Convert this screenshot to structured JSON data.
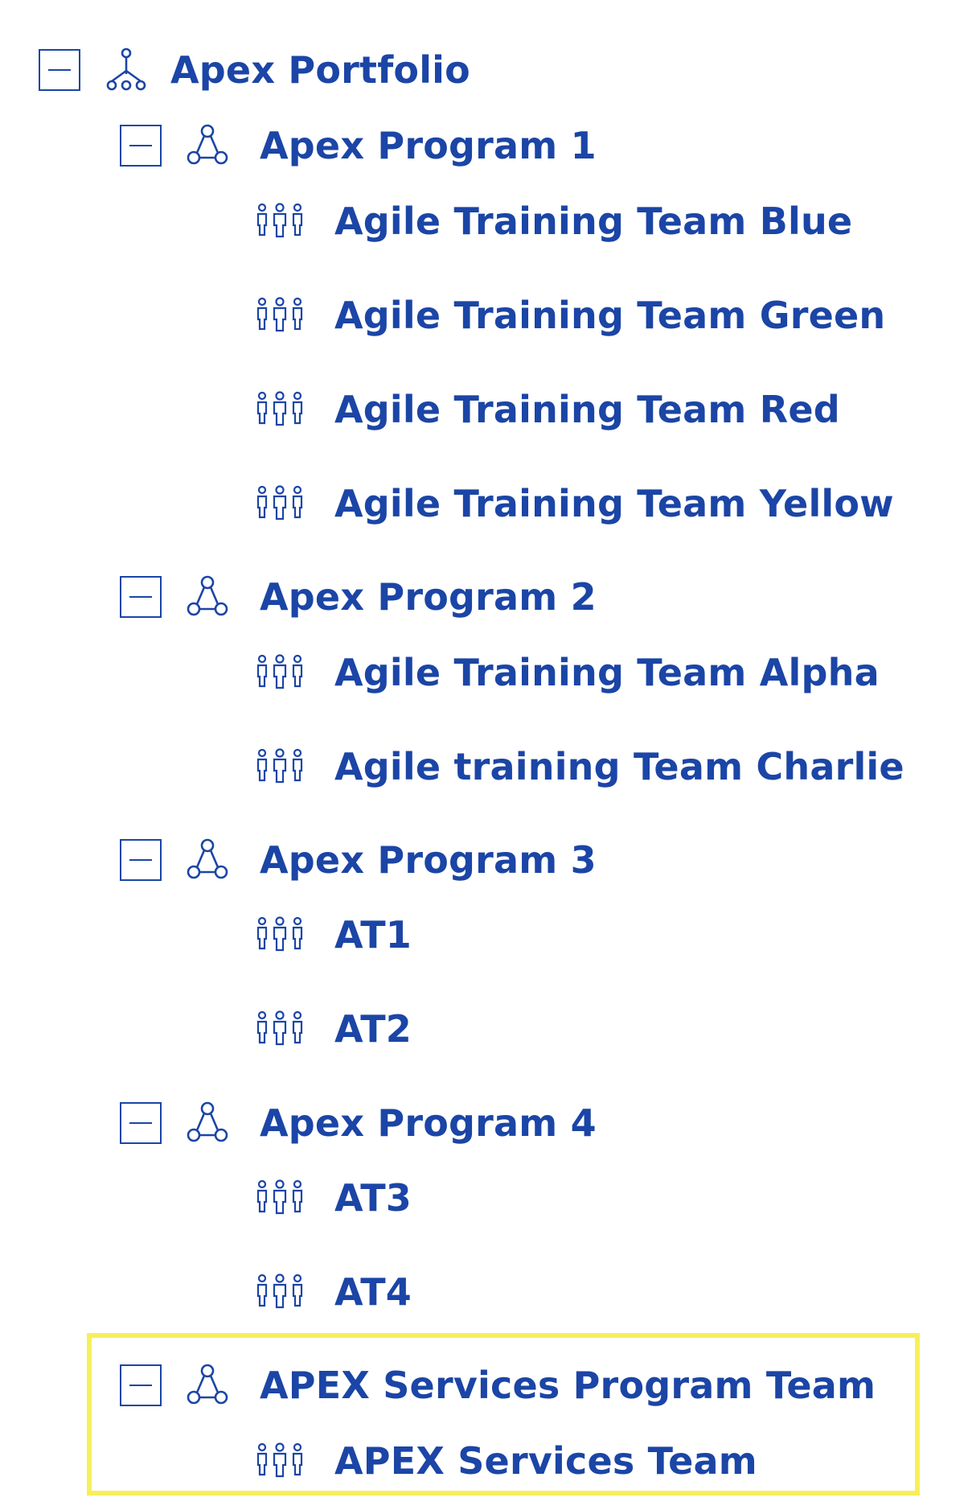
{
  "tree": {
    "portfolio": {
      "label": "Apex Portfolio",
      "icon": "portfolio-hierarchy-icon"
    },
    "programs": [
      {
        "label": "Apex Program 1",
        "icon": "program-network-icon",
        "teams": [
          {
            "label": "Agile Training Team Blue",
            "icon": "team-people-icon"
          },
          {
            "label": "Agile Training Team Green",
            "icon": "team-people-icon"
          },
          {
            "label": "Agile Training Team Red",
            "icon": "team-people-icon"
          },
          {
            "label": "Agile Training Team Yellow",
            "icon": "team-people-icon"
          }
        ]
      },
      {
        "label": "Apex Program 2",
        "icon": "program-network-icon",
        "teams": [
          {
            "label": "Agile Training Team Alpha",
            "icon": "team-people-icon"
          },
          {
            "label": "Agile training Team Charlie",
            "icon": "team-people-icon"
          }
        ]
      },
      {
        "label": "Apex Program 3",
        "icon": "program-network-icon",
        "teams": [
          {
            "label": "AT1",
            "icon": "team-people-icon"
          },
          {
            "label": "AT2",
            "icon": "team-people-icon"
          }
        ]
      },
      {
        "label": "Apex Program 4",
        "icon": "program-network-icon",
        "teams": [
          {
            "label": "AT3",
            "icon": "team-people-icon"
          },
          {
            "label": "AT4",
            "icon": "team-people-icon"
          }
        ]
      },
      {
        "label": "APEX Services Program Team",
        "icon": "program-network-icon",
        "teams": [
          {
            "label": "APEX Services Team",
            "icon": "team-people-icon"
          }
        ]
      }
    ]
  },
  "colors": {
    "text": "#1b45a6",
    "highlight": "#f7ef5a"
  }
}
